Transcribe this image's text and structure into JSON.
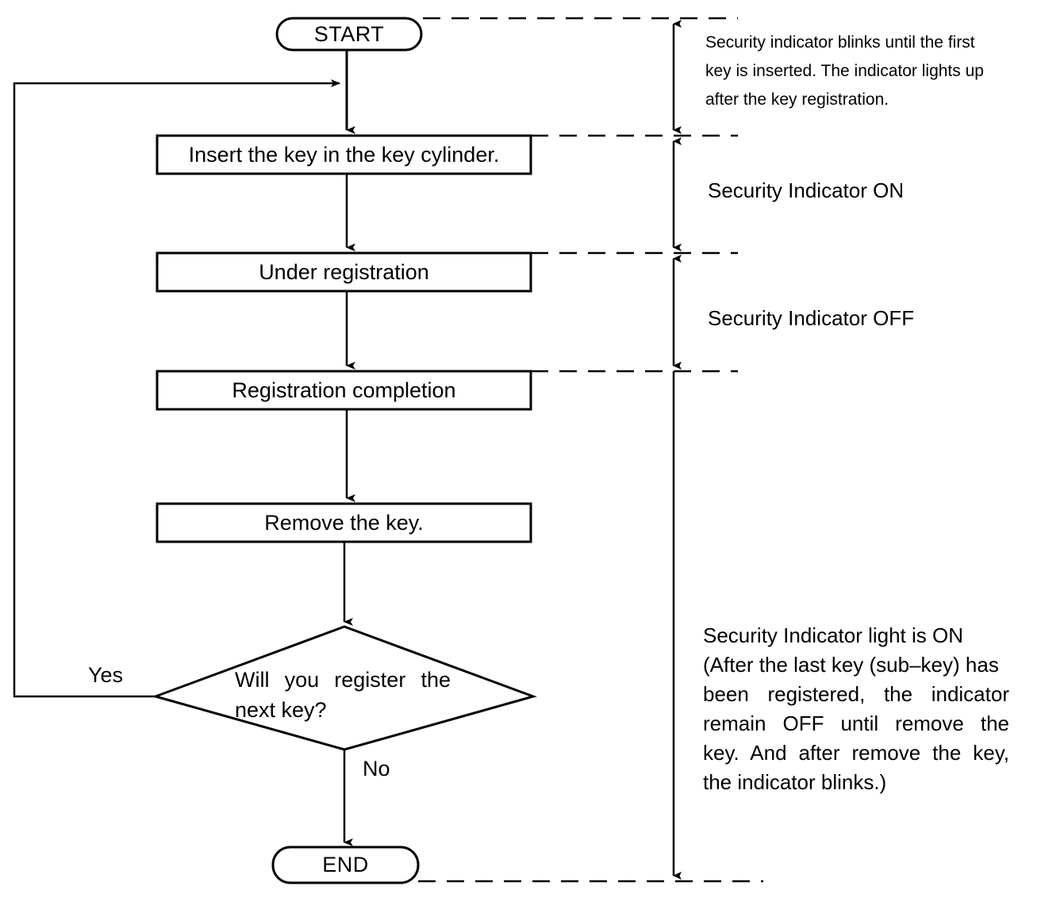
{
  "diagram": {
    "type": "flowchart",
    "title": "Key registration procedure flowchart",
    "colors": {
      "stroke": "#000000",
      "fill": "#ffffff",
      "text": "#000000"
    },
    "nodes": {
      "start": {
        "label": "START",
        "shape": "terminator"
      },
      "insert_key": {
        "label": "Insert the key in the key cylinder.",
        "shape": "process"
      },
      "under_registration": {
        "label": "Under registration",
        "shape": "process"
      },
      "registration_completion": {
        "label": "Registration completion",
        "shape": "process"
      },
      "remove_key": {
        "label": "Remove the key.",
        "shape": "process"
      },
      "decision": {
        "shape": "decision",
        "line1": "Will you register the",
        "line2": "next key?"
      },
      "end": {
        "label": "END",
        "shape": "terminator"
      }
    },
    "branches": {
      "yes": "Yes",
      "no": "No"
    },
    "annotations": {
      "top_note": {
        "line1": "Security indicator blinks until the first",
        "line2": "key is inserted. The indicator lights up",
        "line3": "after the key registration."
      },
      "indicator_on": "Security Indicator ON",
      "indicator_off": "Security Indicator OFF",
      "bottom_note": {
        "line1": "Security Indicator light is ON",
        "line2": "(After the last key (sub–key) has",
        "line3": "been registered, the indicator",
        "line4": "remain OFF until remove the",
        "line5": "key. And after remove the key,",
        "line6": "the indicator blinks.)"
      }
    }
  }
}
